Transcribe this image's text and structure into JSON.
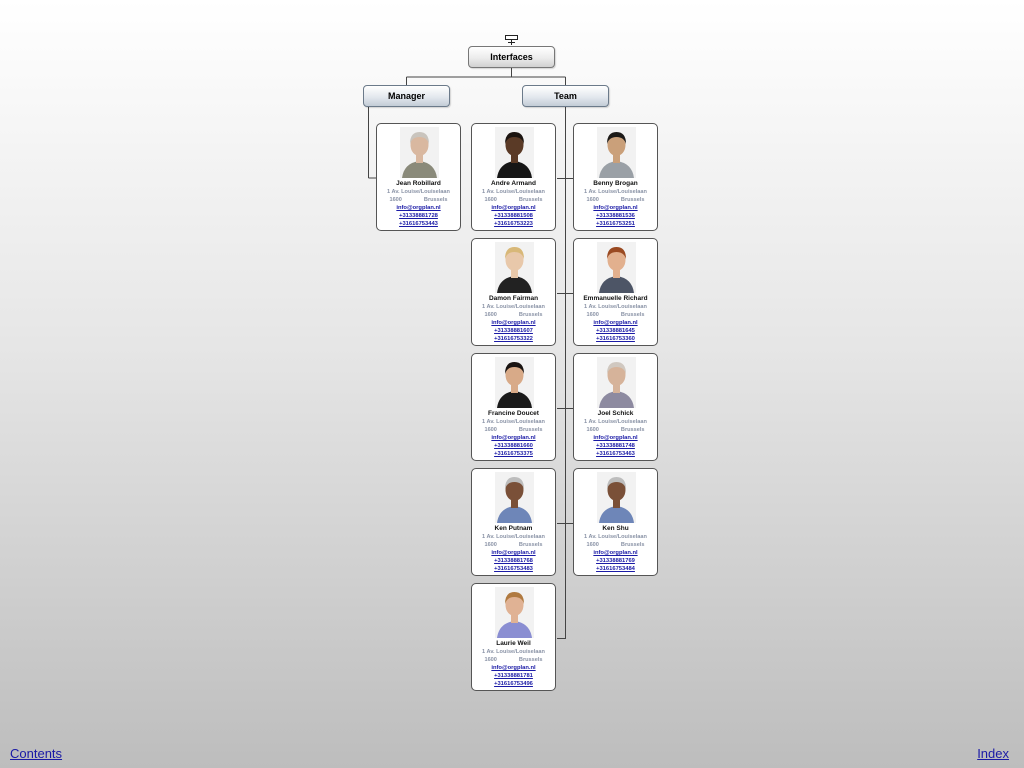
{
  "chart": {
    "root": {
      "label": "Interfaces"
    },
    "units": [
      {
        "id": "manager",
        "label": "Manager"
      },
      {
        "id": "team",
        "label": "Team"
      }
    ],
    "people": [
      {
        "id": "jean-robillard",
        "unit": "manager",
        "name": "Jean Robillard",
        "addr_street": "1 Av. Louise/Louiselaan",
        "addr_zip": "1600",
        "addr_city": "Brussels",
        "email": "info@orgplan.nl",
        "phone1": "+31338881728",
        "phone2": "+31616753443",
        "hair": "#c9c4bd",
        "skin": "#d9b8a0",
        "shirt": "#8a8a7a"
      },
      {
        "id": "andre-armand",
        "unit": "team",
        "name": "Andre Armand",
        "addr_street": "1 Av. Louise/Louiselaan",
        "addr_zip": "1600",
        "addr_city": "Brussels",
        "email": "info@orgplan.nl",
        "phone1": "+31338881508",
        "phone2": "+31616753223",
        "hair": "#1b1410",
        "skin": "#5a3a26",
        "shirt": "#161616"
      },
      {
        "id": "benny-brogan",
        "unit": "team",
        "name": "Benny Brogan",
        "addr_street": "1 Av. Louise/Louiselaan",
        "addr_zip": "1600",
        "addr_city": "Brussels",
        "email": "info@orgplan.nl",
        "phone1": "+31338881536",
        "phone2": "+31616753251",
        "hair": "#1c1a18",
        "skin": "#caa07a",
        "shirt": "#9aa0a6"
      },
      {
        "id": "damon-fairman",
        "unit": "team",
        "name": "Damon Fairman",
        "addr_street": "1 Av. Louise/Louiselaan",
        "addr_zip": "1600",
        "addr_city": "Brussels",
        "email": "info@orgplan.nl",
        "phone1": "+31338881607",
        "phone2": "+31616753322",
        "hair": "#d8b878",
        "skin": "#e8c8aa",
        "shirt": "#222222"
      },
      {
        "id": "emmanuelle-richard",
        "unit": "team",
        "name": "Emmanuelle Richard",
        "addr_street": "1 Av. Louise/Louiselaan",
        "addr_zip": "1600",
        "addr_city": "Brussels",
        "email": "info@orgplan.nl",
        "phone1": "+31338881645",
        "phone2": "+31616753360",
        "hair": "#9a4a22",
        "skin": "#e2b08e",
        "shirt": "#4d5566"
      },
      {
        "id": "francine-doucet",
        "unit": "team",
        "name": "Francine Doucet",
        "addr_street": "1 Av. Louise/Louiselaan",
        "addr_zip": "1600",
        "addr_city": "Brussels",
        "email": "info@orgplan.nl",
        "phone1": "+31338881660",
        "phone2": "+31616753375",
        "hair": "#1a1412",
        "skin": "#d8aa88",
        "shirt": "#1a1a1a"
      },
      {
        "id": "joel-schick",
        "unit": "team",
        "name": "Joel Schick",
        "addr_street": "1 Av. Louise/Louiselaan",
        "addr_zip": "1600",
        "addr_city": "Brussels",
        "email": "info@orgplan.nl",
        "phone1": "+31338881748",
        "phone2": "+31616753463",
        "hair": "#d0c8c0",
        "skin": "#d6b39a",
        "shirt": "#8d8aa0"
      },
      {
        "id": "ken-putnam",
        "unit": "team",
        "name": "Ken Putnam",
        "addr_street": "1 Av. Louise/Louiselaan",
        "addr_zip": "1600",
        "addr_city": "Brussels",
        "email": "info@orgplan.nl",
        "phone1": "+31338881768",
        "phone2": "+31616753483",
        "hair": "#bdbdbd",
        "skin": "#7a5038",
        "shirt": "#6e86b8"
      },
      {
        "id": "ken-shu",
        "unit": "team",
        "name": "Ken Shu",
        "addr_street": "1 Av. Louise/Louiselaan",
        "addr_zip": "1600",
        "addr_city": "Brussels",
        "email": "info@orgplan.nl",
        "phone1": "+31338881769",
        "phone2": "+31616753484",
        "hair": "#bdbdbd",
        "skin": "#7a5038",
        "shirt": "#6e86b8"
      },
      {
        "id": "laurie-weil",
        "unit": "team",
        "name": "Laurie Weil",
        "addr_street": "1 Av. Louise/Louiselaan",
        "addr_zip": "1600",
        "addr_city": "Brussels",
        "email": "info@orgplan.nl",
        "phone1": "+31338881781",
        "phone2": "+31616753496",
        "hair": "#b07a40",
        "skin": "#e0b294",
        "shirt": "#8a8ed2"
      }
    ]
  },
  "footer": {
    "contents_label": "Contents",
    "index_label": "Index"
  },
  "colors": {
    "connector": "#444444",
    "link": "#1a1aa6",
    "address": "#8a93a6"
  }
}
